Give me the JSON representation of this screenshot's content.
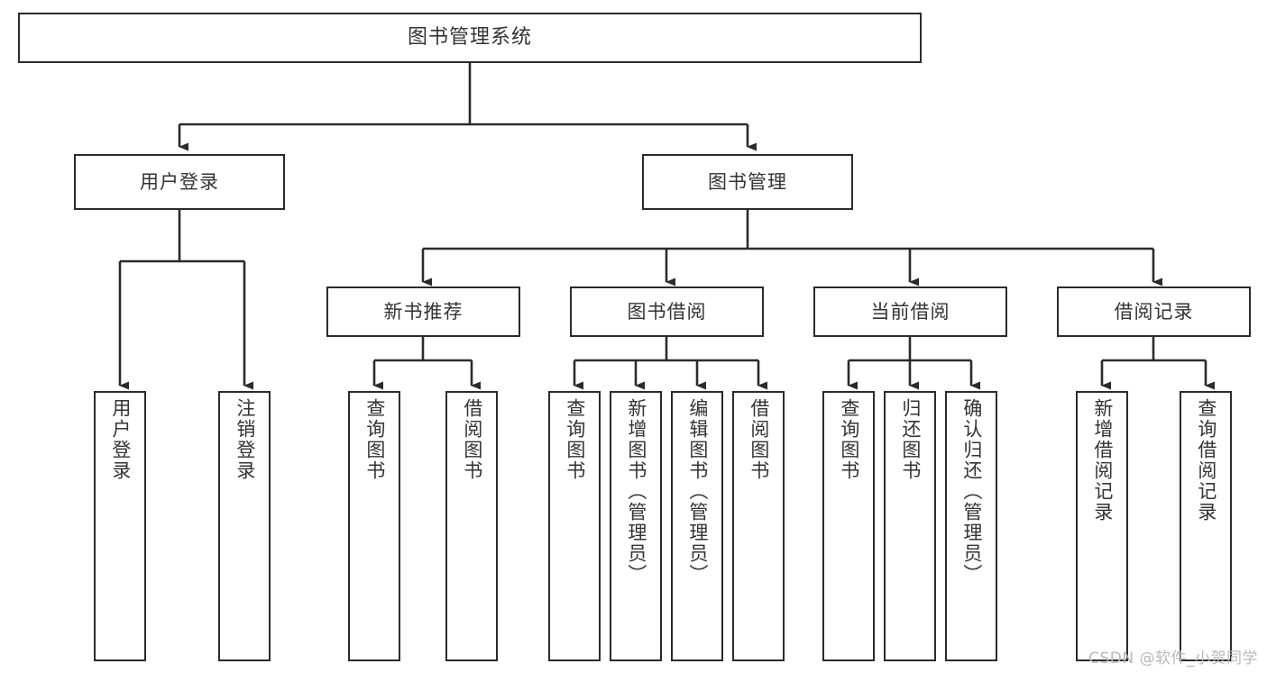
{
  "diagram": {
    "type": "tree-hierarchy-diagram",
    "title": "图书管理系统",
    "root": {
      "label": "图书管理系统"
    },
    "level1": [
      {
        "id": "user-login",
        "label": "用户登录"
      },
      {
        "id": "book-manage",
        "label": "图书管理"
      }
    ],
    "level2": [
      {
        "id": "new-book-recommend",
        "label": "新书推荐",
        "parent": "book-manage"
      },
      {
        "id": "book-borrow",
        "label": "图书借阅",
        "parent": "book-manage"
      },
      {
        "id": "current-borrow",
        "label": "当前借阅",
        "parent": "book-manage"
      },
      {
        "id": "borrow-record",
        "label": "借阅记录",
        "parent": "book-manage"
      }
    ],
    "leaves": [
      {
        "id": "leaf-user-login",
        "label": "用户登录",
        "parent": "user-login"
      },
      {
        "id": "leaf-logout",
        "label": "注销登录",
        "parent": "user-login"
      },
      {
        "id": "leaf-query-book-1",
        "label": "查询图书",
        "parent": "new-book-recommend"
      },
      {
        "id": "leaf-borrow-book-1",
        "label": "借阅图书",
        "parent": "new-book-recommend"
      },
      {
        "id": "leaf-query-book-2",
        "label": "查询图书",
        "parent": "book-borrow"
      },
      {
        "id": "leaf-add-book",
        "label": "新增图书（管理员）",
        "parent": "book-borrow"
      },
      {
        "id": "leaf-edit-book",
        "label": "编辑图书（管理员）",
        "parent": "book-borrow"
      },
      {
        "id": "leaf-borrow-book-2",
        "label": "借阅图书",
        "parent": "book-borrow"
      },
      {
        "id": "leaf-query-book-3",
        "label": "查询图书",
        "parent": "current-borrow"
      },
      {
        "id": "leaf-return-book",
        "label": "归还图书",
        "parent": "current-borrow"
      },
      {
        "id": "leaf-confirm-return",
        "label": "确认归还（管理员）",
        "parent": "current-borrow"
      },
      {
        "id": "leaf-add-record",
        "label": "新增借阅记录",
        "parent": "borrow-record"
      },
      {
        "id": "leaf-query-record",
        "label": "查询借阅记录",
        "parent": "borrow-record"
      }
    ],
    "watermark": "CSDN @软件_小贺同学",
    "colors": {
      "stroke": "#2b2b2b",
      "text": "#333333",
      "background": "#ffffff",
      "watermark": "#b9b9b9"
    }
  }
}
